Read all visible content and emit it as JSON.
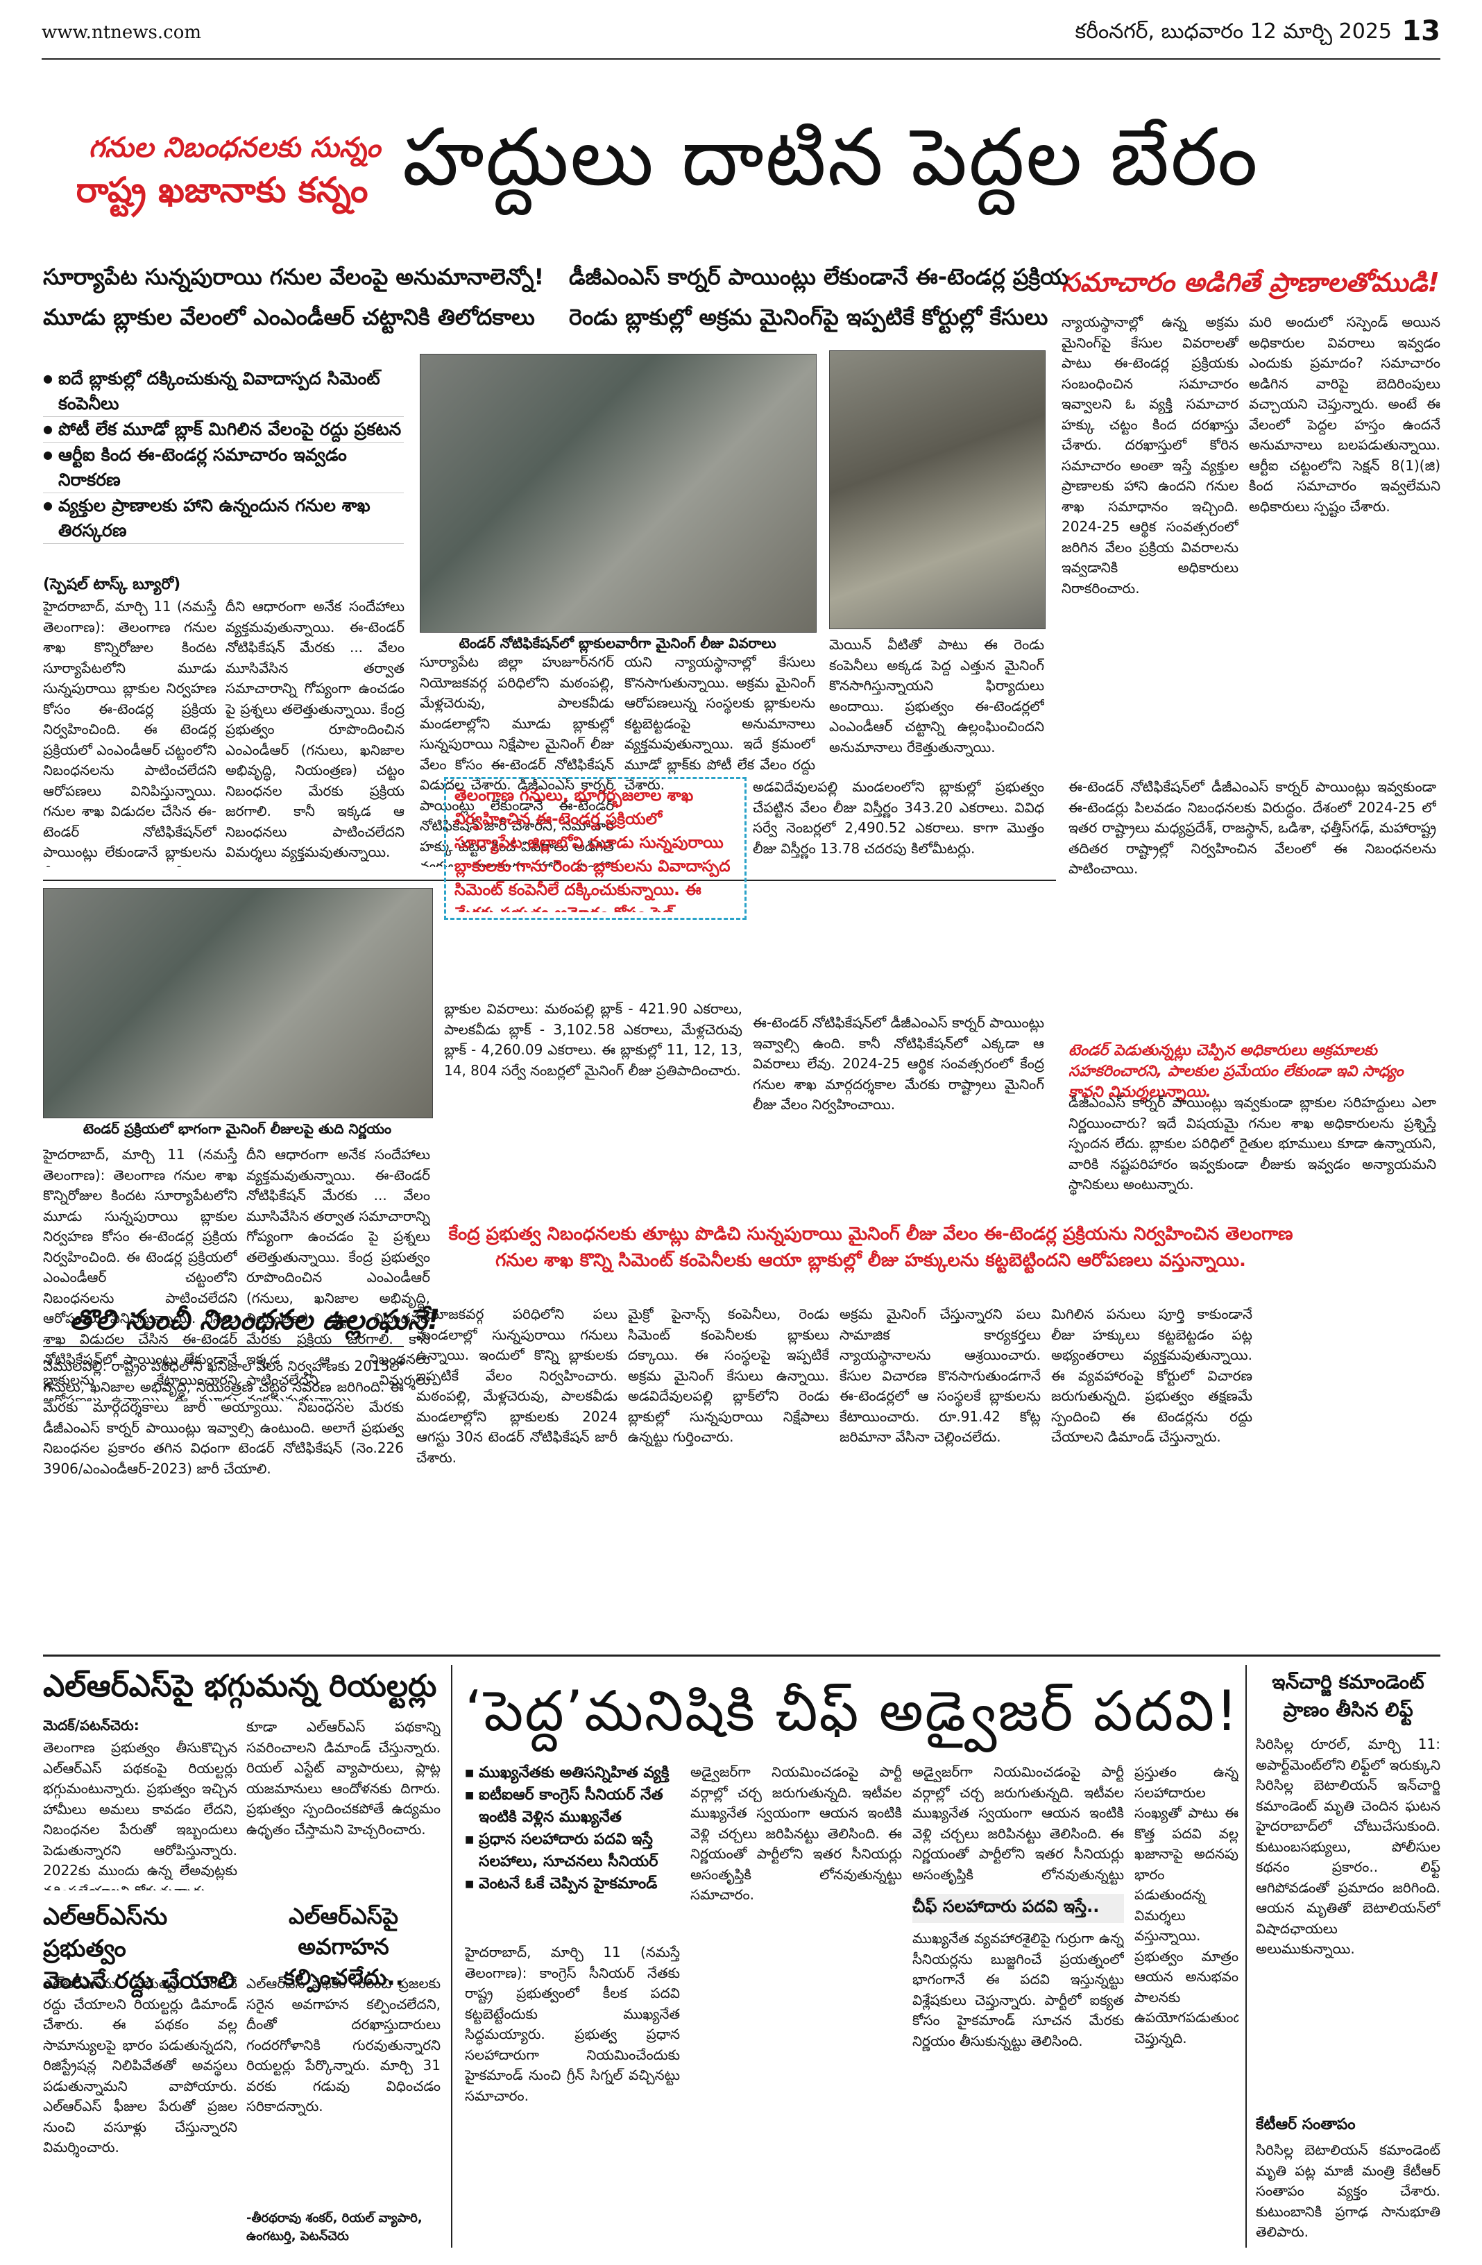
{
  "masthead": {
    "url": "www.ntnews.com",
    "date": "కరీంనగర్, బుధవారం 12 మార్చి 2025",
    "page": "13"
  },
  "lead": {
    "tag_line1": "గనుల నిబంధనలకు సున్నం",
    "tag_line2": "రాష్ట్ర ఖజానాకు కన్నం",
    "headline": "హద్దులు దాటిన పెద్దల బేరం",
    "sub1a": "సూర్యాపేట సున్నపురాయి గనుల వేలంపై అనుమానాలెన్నో!",
    "sub1b": "డీజీఎంఎస్ కార్నర్ పాయింట్లు లేకుండానే ఈ-టెండర్ల ప్రక్రియ",
    "sub2a": "మూడు బ్లాకుల వేలంలో ఎంఎండీఆర్ చట్టానికి తిలోదకాలు",
    "sub2b": "రెండు బ్లాకుల్లో అక్రమ మైనింగ్‌పై ఇప్పటికే కోర్టుల్లో కేసులు",
    "side_head": "సమాచారం అడిగితే ప్రాణాలతోముడి!",
    "bullets": [
      "ఐదే బ్లాకుల్లో దక్కించుకున్న వివాదాస్పద సిమెంట్ కంపెనీలు",
      "పోటీ లేక మూడో బ్లాక్‌ మిగిలిన వేలంపై రద్దు ప్రకటన",
      "ఆర్టీఐ కింద ఈ-టెండర్ల సమాచారం ఇవ్వడం నిరాకరణ",
      "వ్యక్తుల ప్రాణాలకు హాని ఉన్నందున గనుల శాఖ తిరస్కరణ"
    ],
    "byline": "(స్పెషల్ టాస్క్ బ్యూరో)",
    "photo_caption1": "టెండర్ నోటిఫికేషన్‌లో బ్లాకులవారీగా మైనింగ్ లీజు వివరాలు",
    "photo_caption2": "టెండర్ ప్రక్రియలో భాగంగా మైనింగ్ లీజులపై తుది నిర్ణయం",
    "col1": "హైదరాబాద్, మార్చి 11 (నమస్తే తెలంగాణ): తెలంగాణ గనుల శాఖ కొన్నిరోజుల కిందట సూర్యాపేటలోని మూడు సున్నపురాయి బ్లాకుల నిర్వహణ కోసం ఈ-టెండర్ల ప్రక్రియ నిర్వహించింది. ఈ టెండర్ల ప్రక్రియలో ఎంఎండీఆర్ చట్టంలోని నిబంధనలను పాటించలేదని ఆరోపణలు వినిపిస్తున్నాయి. గనుల శాఖ విడుదల చేసిన ఈ-టెండర్ నోటిఫికేషన్‌లో పాయింట్లు లేకుండానే బ్లాకులను కేటాయించారని ఆరోపణలు ఉన్నాయి. ఈ మూడు బ్లాకుల్లో రెండింటిలో ఇప్పటికే అక్రమ మైనింగ్ జరుగుతున్నదని కోర్టుల్లో కేసులు నడుస్తున్నాయి.",
    "col2": "దీని ఆధారంగా అనేక సందేహాలు వ్యక్తమవుతున్నాయి. ఈ-టెండర్ నోటిఫికేషన్ మేరకు ... వేలం మూసివేసిన తర్వాత సమాచారాన్ని గోప్యంగా ఉంచడం పై ప్రశ్నలు తలెత్తుతున్నాయి. కేంద్ర ప్రభుత్వం రూపొందించిన ఎంఎండీఆర్ (గనులు, ఖనిజాల అభివృద్ధి, నియంత్రణ) చట్టం నిబంధనల మేరకు ప్రక్రియ జరగాలి. కానీ ఇక్కడ ఆ నిబంధనలు పాటించలేదని విమర్శలు వ్యక్తమవుతున్నాయి.",
    "col3": "సూర్యాపేట జిల్లా హుజూర్‌నగర్ నియోజకవర్గ పరిధిలోని మఠంపల్లి, మేళ్లచెరువు, పాలకవీడు మండలాల్లోని మూడు బ్లాకుల్లో సున్నపురాయి నిక్షేపాల మైనింగ్ లీజు వేలం కోసం ఈ-టెండర్ నోటిఫికేషన్ విడుదల చేశారు. డీజీఎంఎస్ కార్నర్ పాయింట్లు లేకుండానే ఈ-టెండర్ నోటిఫికేషన్ జారీ చేశారని, సమాచార హక్కు చట్టం కింద వివరాలు అడిగితే వ్యక్తుల ప్రాణాలకు హాని ఉందని సమాచారం ఇవ్వడానికి నిరాకరించారని ఆరోపణలు వచ్చాయి.",
    "col4": "యని న్యాయస్థానాల్లో కేసులు కొనసాగుతున్నాయి. అక్రమ మైనింగ్ ఆరోపణలున్న సంస్థలకు బ్లాకులను కట్టబెట్టడంపై అనుమానాలు వ్యక్తమవుతున్నాయి. ఇదే క్రమంలో మూడో బ్లాక్‌కు పోటీ లేక వేలం రద్దు చేశారు.",
    "col5": "మెయిన్ వీటితో పాటు ఈ రెండు కంపెనీలు అక్కడ పెద్ద ఎత్తున మైనింగ్ కొనసాగిస్తున్నాయని ఫిర్యాదులు అందాయి. ప్రభుత్వం ఈ-టెండర్లలో ఎంఎండీఆర్ చట్టాన్ని ఉల్లంఘించిందని అనుమానాలు రేకెత్తుతున్నాయి.",
    "col6": "న్యాయస్థానాల్లో ఉన్న అక్రమ మైనింగ్‌పై కేసుల వివరాలతో పాటు ఈ-టెండర్ల ప్రక్రియకు సంబంధించిన సమాచారం ఇవ్వాలని ఓ వ్యక్తి సమాచార హక్కు చట్టం కింద దరఖాస్తు చేశారు. దరఖాస్తులో కోరిన సమాచారం అంతా ఇస్తే వ్యక్తుల ప్రాణాలకు హాని ఉందని గనుల శాఖ సమాధానం ఇచ్చింది. 2024-25 ఆర్థిక సంవత్సరంలో జరిగిన వేలం ప్రక్రియ వివరాలను ఇవ్వడానికి అధికారులు నిరాకరించారు.",
    "col7": "మరి అందులో సస్పెండ్ అయిన అధికారుల వివరాలు ఇవ్వడం ఎందుకు ప్రమాదం? సమాచారం అడిగిన వారిపై బెదిరింపులు వచ్చాయని చెప్తున్నారు. అంటే ఈ వేలంలో పెద్దల హస్తం ఉందనే అనుమానాలు బలపడుతున్నాయి. ఆర్టీఐ చట్టంలోని సెక్షన్ 8(1)(జి) కింద సమాచారం ఇవ్వలేమని అధికారులు స్పష్టం చేశారు.",
    "box_text": "తెలంగాణ గనులు, భూగర్భజలాల శాఖ నిర్వహించిన ఈ-టెండర్ల ప్రక్రియలో సూర్యాపేట జిల్లాలోని మూడు సున్నపురాయి బ్లాకులకు గాను రెండు బ్లాకులను వివాదాస్పద సిమెంట్ కంపెనీలే దక్కించుకున్నాయి. ఈ మేరకు ప్రభుత్వ ఆమోదం కోసం ఫైల్ పంపినట్టు సమాచారం.",
    "box_col2": "బ్లాకుల వివరాలు: మఠంపల్లి బ్లాక్ - 421.90 ఎకరాలు, పాలకవీడు బ్లాక్ - 3,102.58 ఎకరాలు, మేళ్లచెరువు బ్లాక్ - 4,260.09 ఎకరాలు. ఈ బ్లాకుల్లో 11, 12, 13, 14, 804 సర్వే నంబర్లలో మైనింగ్ లీజు ప్రతిపాదించారు.",
    "box_col3": "అడవిదేవులపల్లి మండలంలోని బ్లాకుల్లో ప్రభుత్వం చేపట్టిన వేలం లీజు విస్తీర్ణం 343.20 ఎకరాలు. వివిధ సర్వే నెంబర్లలో 2,490.52 ఎకరాలు. కాగా మొత్తం లీజు విస్తీర్ణం 13.78 చదరపు కిలోమీటర్లు.",
    "box_col4": "ఈ-టెండర్ నోటిఫికేషన్‌లో డీజీఎంఎస్ కార్నర్ పాయింట్లు ఇవ్వాల్సి ఉంది. కానీ నోటిఫికేషన్‌లో ఎక్కడా ఆ వివరాలు లేవు. 2024-25 ఆర్థిక సంవత్సరంలో కేంద్ర గనుల శాఖ మార్గదర్శకాల మేరకు రాష్ట్రాలు మైనింగ్ లీజు వేలం నిర్వహించాయి.",
    "red_banner": "కేంద్ర ప్రభుత్వ నిబంధనలకు తూట్లు పొడిచి సున్నపురాయి మైనింగ్ లీజు వేలం ఈ-టెండర్ల ప్రక్రియను నిర్వహించిన తెలంగాణ గనుల శాఖ కొన్ని సిమెంట్ కంపెనీలకు ఆయా బ్లాకుల్లో లీజు హక్కులను కట్టబెట్టిందని ఆరోపణలు వస్తున్నాయి.",
    "red_side": "టెండర్ పెడుతున్నట్లు చెప్పిన అధికారులు అక్రమాలకు సహకరించారని, పాలకుల ప్రమేయం లేకుండా ఇవి సాధ్యం కావని విమర్శలున్నాయి.",
    "col_right_mid": "ఈ-టెండర్ నోటిఫికేషన్‌లో డీజీఎంఎస్ కార్నర్ పాయింట్లు ఇవ్వకుండా ఈ-టెండర్లు పిలవడం నిబంధనలకు విరుద్ధం. దేశంలో 2024-25 లో ఇతర రాష్ట్రాలు మధ్యప్రదేశ్, రాజస్థాన్, ఒడిశా, ఛత్తీస్‌గఢ్, మహారాష్ట్ర తదితర రాష్ట్రాల్లో నిర్వహించిన వేలంలో ఈ నిబంధనలను పాటించాయి.",
    "col_right_low": "డీజీఎంఎస్ కార్నర్ పాయింట్లు ఇవ్వకుండా బ్లాకుల సరిహద్దులు ఎలా నిర్ణయించారు? ఇదే విషయమై గనుల శాఖ అధికారులను ప్రశ్నిస్తే స్పందన లేదు. బ్లాకుల పరిధిలో రైతుల భూములు కూడా ఉన్నాయని, వారికి నష్టపరిహారం ఇవ్వకుండా లీజుకు ఇవ్వడం అన్యాయమని స్థానికులు అంటున్నారు."
  },
  "second": {
    "kicker": "తొలి నుంచీ నిబంధనల ఉల్లంఘనే!",
    "col1": "వేములపల్లి: రాష్ట్రం పరిధిలోని ఖనిజాల వేలం నిర్వహణకు 2015లో గనులు, ఖనిజాల అభివృద్ధి, నియంత్రణ చట్టం సవరణ జరిగింది. ఈ మేరకు మార్గదర్శకాలు జారీ అయ్యాయి. నిబంధనల మేరకు డీజీఎంఎస్ కార్నర్ పాయింట్లు ఇవ్వాల్సి ఉంటుంది. అలాగే ప్రభుత్వ నిబంధనల ప్రకారం తగిన విధంగా టెండర్ నోటిఫికేషన్ (నెం.226 3906/ఎంఎండీఆర్-2023) జారీ చేయాలి.",
    "col2": "నియోజకవర్గ పరిధిలోని పలు మండలాల్లో సున్నపురాయి గనులు ఉన్నాయి. ఇందులో కొన్ని బ్లాకులకు ఇప్పటికే వేలం నిర్వహించారు. మఠంపల్లి, మేళ్లచెరువు, పాలకవీడు మండలాల్లోని బ్లాకులకు 2024 ఆగస్టు 30న టెండర్ నోటిఫికేషన్ జారీ చేశారు.",
    "col3": "మైక్రో పైనాన్స్ కంపెనీలు, రెండు సిమెంట్ కంపెనీలకు బ్లాకులు దక్కాయి. ఈ సంస్థలపై ఇప్పటికే అక్రమ మైనింగ్ కేసులు ఉన్నాయి. అడవిదేవులపల్లి బ్లాక్‌లోని రెండు బ్లాకుల్లో సున్నపురాయి నిక్షేపాలు ఉన్నట్టు గుర్తించారు.",
    "col4": "అక్రమ మైనింగ్ చేస్తున్నారని పలు సామాజిక కార్యకర్తలు న్యాయస్థానాలను ఆశ్రయించారు. కేసుల విచారణ కొనసాగుతుండగానే ఈ-టెండర్లలో ఆ సంస్థలకే బ్లాకులను కేటాయించారు. రూ.91.42 కోట్ల జరిమానా వేసినా చెల్లించలేదు.",
    "col5": "మిగిలిన పనులు పూర్తి కాకుండానే లీజు హక్కులు కట్టబెట్టడం పట్ల అభ్యంతరాలు వ్యక్తమవుతున్నాయి. ఈ వ్యవహారంపై కోర్టులో విచారణ జరుగుతున్నది. ప్రభుత్వం తక్షణమే స్పందించి ఈ టెండర్లను రద్దు చేయాలని డిమాండ్ చేస్తున్నారు."
  },
  "bottom": {
    "left_head": "ఎల్‌ఆర్ఎస్‌పై భగ్గుమన్న రియల్టర్లు",
    "left_byline": "మెదక్/పటన్‌చెరు:",
    "left_col": "తెలంగాణ ప్రభుత్వం తీసుకొచ్చిన ఎల్‌ఆర్ఎస్ పథకంపై రియల్టర్లు భగ్గుమంటున్నారు. ప్రభుత్వం ఇచ్చిన హామీలు అమలు కావడం లేదని, నిబంధనల పేరుతో ఇబ్బందులు పెడుతున్నారని ఆరోపిస్తున్నారు. 2022కు ముందు ఉన్న లేఅవుట్లకు వర్తింపజేయాలని కోరుతున్నారు.",
    "left_col2": "కూడా ఎల్‌ఆర్ఎస్ పథకాన్ని సవరించాలని డిమాండ్ చేస్తున్నారు. రియల్ ఎస్టేట్ వ్యాపారులు, ప్లాట్ల యజమానులు ఆందోళనకు దిగారు. ప్రభుత్వం స్పందించకపోతే ఉద్యమం ఉధృతం చేస్తామని హెచ్చరించారు.",
    "left_head2a": "ఎల్‌ఆర్ఎస్‌ను ప్రభుత్వం",
    "left_head2b": "వెంటనే రద్దు చేయాలి",
    "left_col3": "ఎల్‌ఆర్ఎస్‌ను ప్రభుత్వం వెంటనే రద్దు చేయాలని రియల్టర్లు డిమాండ్ చేశారు. ఈ పథకం వల్ల సామాన్యులపై భారం పడుతున్నదని, రిజిస్ట్రేషన్ల నిలిపివేతతో అవస్థలు పడుతున్నామని వాపోయారు. ఎల్‌ఆర్ఎస్ ఫీజుల పేరుతో ప్రజల నుంచి వసూళ్లు చేస్తున్నారని విమర్శించారు.",
    "left_head3a": "ఎల్‌ఆర్ఎస్‌పై అవగాహన",
    "left_head3b": "కల్పించలేదు..",
    "left_col4": "ఎల్‌ఆర్ఎస్ పథకం గురించి ప్రజలకు సరైన అవగాహన కల్పించలేదని, దీంతో దరఖాస్తుదారులు గందరగోళానికి గురవుతున్నారని రియల్టర్లు పేర్కొన్నారు. మార్చి 31 వరకు గడువు విధించడం సరికాదన్నారు.",
    "left_sign": "-తీరథరావు శంకర్, రియల్ వ్యాపారి, ఉంగటుర్తి, పెటన్‌చెరు",
    "center_head": "‘పెద్ద’మనిషికి చీఫ్ అడ్వైజర్ పదవి!",
    "center_bullets": [
      "ముఖ్యనేతకు అతిసన్నిహిత వ్యక్తి",
      "ఐటీఐఆర్ కాంగ్రెస్ సీనియర్ నేత ఇంటికి వెళ్లిన ముఖ్యనేత",
      "ప్రధాన సలహాదారు పదవి ఇస్తే సలహాలు, సూచనలు సీనియర్",
      "వెంటనే ఓకే చెప్పిన హైకమాండ్"
    ],
    "center_col1": "హైదరాబాద్, మార్చి 11 (నమస్తే తెలంగాణ): కాంగ్రెస్ సీనియర్ నేతకు రాష్ట్ర ప్రభుత్వంలో కీలక పదవి కట్టబెట్టేందుకు ముఖ్యనేత సిద్ధమయ్యారు. ప్రభుత్వ ప్రధాన సలహాదారుగా నియమించేందుకు హైకమాండ్ నుంచి గ్రీన్ సిగ్నల్ వచ్చినట్టు సమాచారం.",
    "center_col2": "అడ్వైజర్‌గా నియమించడంపై పార్టీ వర్గాల్లో చర్చ జరుగుతున్నది. ఇటీవల ముఖ్యనేత స్వయంగా ఆయన ఇంటికి వెళ్లి చర్చలు జరిపినట్టు తెలిసింది. ఈ నిర్ణయంతో పార్టీలోని ఇతర సీనియర్లు అసంతృప్తికి లోనవుతున్నట్టు సమాచారం.",
    "center_sub": "చీఫ్ సలహాదారు పదవి ఇస్తే..",
    "center_col3": "ముఖ్యనేత వ్యవహారశైలిపై గుర్రుగా ఉన్న సీనియర్లను బుజ్జగించే ప్రయత్నంలో భాగంగానే ఈ పదవి ఇస్తున్నట్టు విశ్లేషకులు చెప్తున్నారు. పార్టీలో ఐక్యత కోసం హైకమాండ్ సూచన మేరకు నిర్ణయం తీసుకున్నట్టు తెలిసింది.",
    "center_col4": "ప్రస్తుతం ఉన్న సలహాదారుల సంఖ్యతో పాటు ఈ కొత్త పదవి వల్ల ఖజానాపై అదనపు భారం పడుతుందన్న విమర్శలు వస్తున్నాయి. ప్రభుత్వం మాత్రం ఆయన అనుభవం పాలనకు ఉపయోగపడుతుందని చెప్తున్నది.",
    "right_head1": "ఇన్‌చార్జి కమాండెంట్",
    "right_head2": "ప్రాణం తీసిన లిఫ్ట్",
    "right_col": "సిరిసిల్ల రూరల్, మార్చి 11: అపార్ట్‌మెంట్‌లోని లిఫ్ట్‌లో ఇరుక్కుని సిరిసిల్ల బెటాలియన్ ఇన్‌చార్జి కమాండెంట్ మృతి చెందిన ఘటన హైదరాబాద్‌లో చోటుచేసుకుంది. కుటుంబసభ్యులు, పోలీసుల కథనం ప్రకారం.. లిఫ్ట్ ఆగిపోవడంతో ప్రమాదం జరిగింది. ఆయన మృతితో బెటాలియన్‌లో విషాదఛాయలు అలుముకున్నాయి.",
    "right_sub": "కేటీఆర్ సంతాపం",
    "right_col2": "సిరిసిల్ల బెటాలియన్ కమాండెంట్ మృతి పట్ల మాజీ మంత్రి కేటీఆర్ సంతాపం వ్యక్తం చేశారు. కుటుంబానికి ప్రగాఢ సానుభూతి తెలిపారు."
  }
}
